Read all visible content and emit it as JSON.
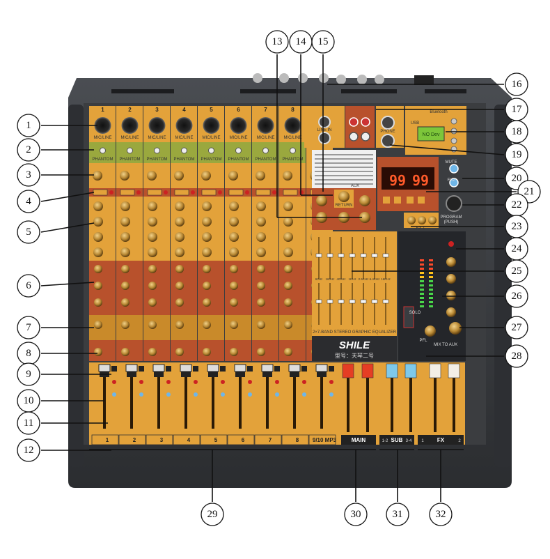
{
  "device": {
    "brand": "SHILE",
    "model": "型号：天琴二号",
    "usb_label": "USB",
    "bluetooth_label": "Bluetooth",
    "lcd_text": "NO Dev",
    "display_left": "99",
    "display_right": "99",
    "program_label": "PROGRAM",
    "program_sub": "(PUSH)",
    "phantom_label": "PHANTOM",
    "mic_line_label": "MIC/LINE",
    "phone_label": "PHONE",
    "line_in_label": "LINE IN",
    "aux_label": "AUX",
    "return_label": "RETURN",
    "eq_title": "2×7-BAND STEREO GRAPHIC EQUALIZER",
    "eq_freqs": [
      "63Hz",
      "160Hz",
      "400Hz",
      "1KHz",
      "2.5KHz",
      "6.4KHz",
      "16KHz"
    ],
    "mute_label": "MUTE",
    "fx2_label": "FX2",
    "solo_label": "SOLO",
    "pfl_label": "PFL",
    "mix_to_aux": "MIX TO AUX",
    "fx1_label": "FX 1"
  },
  "channels": [
    "1",
    "2",
    "3",
    "4",
    "5",
    "6",
    "7",
    "8",
    "9/10 MP3"
  ],
  "fader_groups": {
    "main": "MAIN",
    "sub": "SUB",
    "sub_left": "1-2",
    "sub_right": "3-4",
    "fx": "FX",
    "fx_left": "1",
    "fx_right": "2"
  },
  "callouts": [
    "1",
    "2",
    "3",
    "4",
    "5",
    "6",
    "7",
    "8",
    "9",
    "10",
    "11",
    "12",
    "13",
    "14",
    "15",
    "16",
    "17",
    "18",
    "19",
    "20",
    "21",
    "22",
    "23",
    "24",
    "25",
    "26",
    "27",
    "28",
    "29",
    "30",
    "31",
    "32"
  ],
  "colors": {
    "gold": "#e3a23a",
    "rust": "#b8512c",
    "olive": "#9aa83e",
    "body": "#3a3d41",
    "red_fader": "#e53d24",
    "blue_fader": "#7ec9ea"
  }
}
